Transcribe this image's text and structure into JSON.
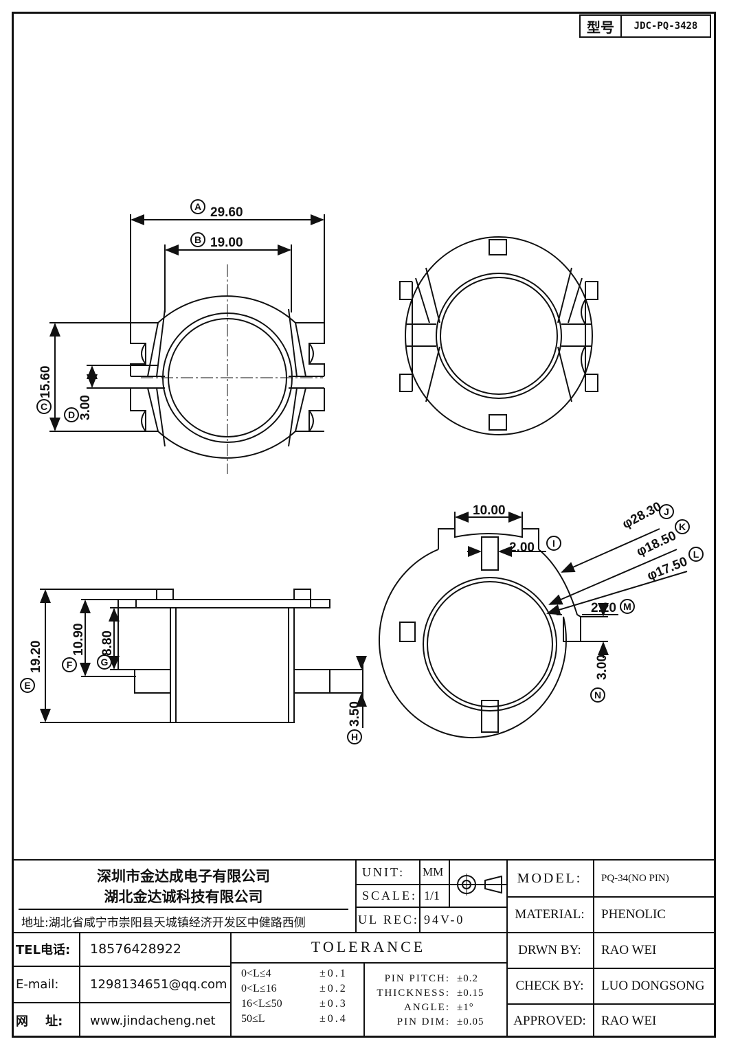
{
  "header": {
    "model_label": "型号",
    "model_number": "JDC-PQ-3428"
  },
  "drawing": {
    "dims": {
      "A": "29.60",
      "B": "19.00",
      "C": "15.60",
      "D": "3.00",
      "E": "19.20",
      "F": "10.90",
      "G": "8.80",
      "H": "3.50",
      "width_top": "10.00",
      "I": "2.00",
      "J": "φ28.30",
      "K": "φ18.50",
      "L": "φ17.50",
      "M": "2.20",
      "N": "3.00"
    },
    "refs": [
      "A",
      "B",
      "C",
      "D",
      "E",
      "F",
      "G",
      "H",
      "I",
      "J",
      "K",
      "L",
      "M",
      "N"
    ]
  },
  "title_block": {
    "company1": "深圳市金达成电子有限公司",
    "company2": "湖北金达诚科技有限公司",
    "address": "地址:湖北省咸宁市崇阳县天城镇经济开发区中健路西侧",
    "tel_label": "TEL电话:",
    "tel": "18576428922",
    "email_label": "E-mail:",
    "email": "1298134651@qq.com",
    "web_label": "网    址:",
    "web": "www.jindacheng.net",
    "unit_label": "UNIT:",
    "unit": "MM",
    "scale_label": "SCALE:",
    "scale": "1/1",
    "ul_label": "UL REC:",
    "ul": "94V-0",
    "tolerance_title": "TOLERANCE",
    "tolerance_ranges": [
      {
        "range": "0<L≤4",
        "tol": "±0.1"
      },
      {
        "range": "0<L≤16",
        "tol": "±0.2"
      },
      {
        "range": "16<L≤50",
        "tol": "±0.3"
      },
      {
        "range": "50≤L",
        "tol": "±0.4"
      }
    ],
    "tolerance_specs": [
      {
        "name": "PIN PITCH:",
        "tol": "±0.2"
      },
      {
        "name": "THICKNESS:",
        "tol": "±0.15"
      },
      {
        "name": "ANGLE:",
        "tol": "±1°"
      },
      {
        "name": "PIN DIM:",
        "tol": "±0.05"
      }
    ],
    "model_label": "MODEL:",
    "model": "PQ-34(NO PIN)",
    "material_label": "MATERIAL:",
    "material": "PHENOLIC",
    "drawn_label": "DRWN BY:",
    "drawn": "RAO WEI",
    "check_label": "CHECK BY:",
    "check": "LUO DONGSONG",
    "approved_label": "APPROVED:",
    "approved": "RAO WEI"
  }
}
